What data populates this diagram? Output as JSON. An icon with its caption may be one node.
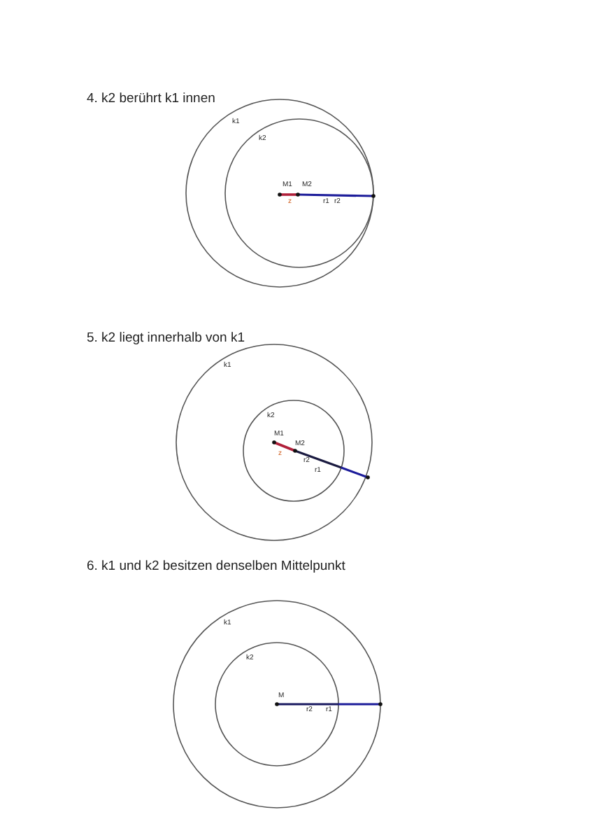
{
  "diagram": {
    "labels": [
      "4.  k2 berührt k1 innen",
      "k1",
      "k2",
      "M1",
      "M2",
      "z",
      "r1",
      "r2",
      "5.  k2 liegt innerhalb von k1",
      "k1",
      "k2",
      "M1",
      "M2",
      "z",
      "r2",
      "r1",
      "6.  k1 und k2 besitzen denselben Mittelpunkt",
      "k1",
      "k2",
      "M",
      "r2",
      "r1"
    ]
  }
}
